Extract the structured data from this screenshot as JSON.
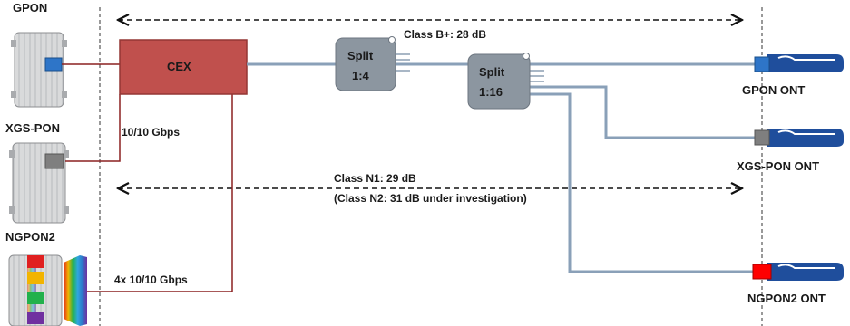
{
  "olts": {
    "gpon": {
      "label": "GPON",
      "port_color": "#2e75c8"
    },
    "xgspon": {
      "label": "XGS-PON",
      "port_color": "#7f7f7f"
    },
    "ngpon2": {
      "label": "NGPON2",
      "port_colors": [
        "#e02020",
        "#f2b400",
        "#22b14c",
        "#7030a0"
      ]
    }
  },
  "cex": {
    "label": "CEX",
    "color": "#c0504d"
  },
  "links": {
    "xgspon_rate": "10/10 Gbps",
    "ngpon2_rate": "4x 10/10 Gbps"
  },
  "splitters": {
    "split1": {
      "line1": "Split",
      "line2": "1:4"
    },
    "split2": {
      "line1": "Split",
      "line2": "1:16"
    }
  },
  "classes": {
    "b_plus": "Class B+: 28 dB",
    "n1": "Class N1: 29 dB",
    "n2": "(Class N2: 31 dB under investigation)"
  },
  "onts": {
    "gpon": {
      "label": "GPON ONT",
      "port_color": "#2e75c8"
    },
    "xgspon": {
      "label": "XGS-PON ONT",
      "port_color": "#7f7f7f"
    },
    "ngpon2": {
      "label": "NGPON2 ONT",
      "port_color": "#ff0000"
    }
  },
  "colors": {
    "fiber": "#8aa0b8",
    "copper_line": "#8b2020",
    "splitter": "#8c96a0",
    "ont_body": "#1f4e9c"
  }
}
